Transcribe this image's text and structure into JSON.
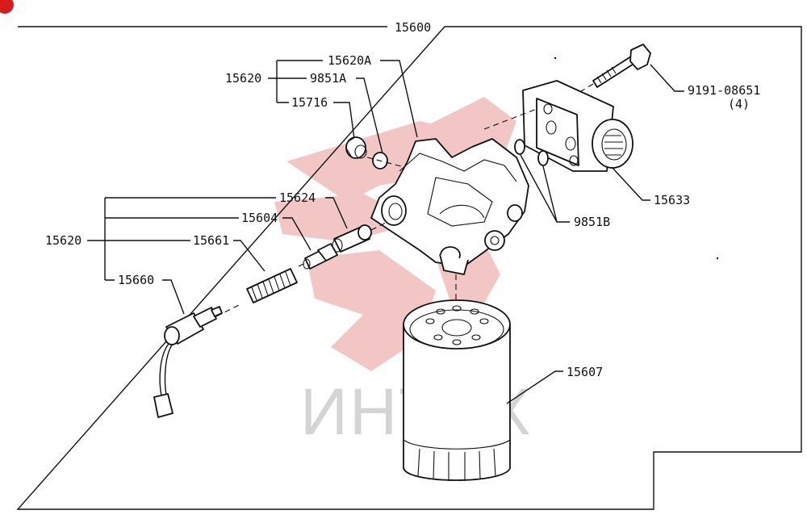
{
  "diagram": {
    "assembly_number": "15600",
    "labels": {
      "l_15620A": "15620A",
      "l_15620_top": "15620",
      "l_9851A": "9851A",
      "l_15716": "15716",
      "l_bolt": "9191-08651",
      "l_bolt_qty": "(4)",
      "l_15633": "15633",
      "l_9851B": "9851B",
      "l_15624": "15624",
      "l_15604": "15604",
      "l_15620_left": "15620",
      "l_15661": "15661",
      "l_15660": "15660",
      "l_15607": "15607"
    },
    "watermark": {
      "text": "ИНТЕХ",
      "logo_color": "#f3c6c6",
      "text_color": "#d4d4d4"
    },
    "corner_badge_color": "#d81b1b"
  }
}
